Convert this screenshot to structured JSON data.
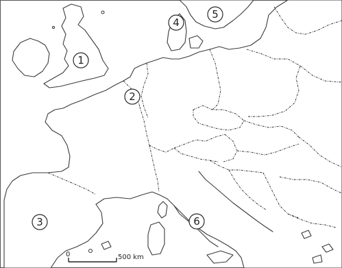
{
  "markers": [
    {
      "label": "1"
    },
    {
      "label": "2"
    },
    {
      "label": "3"
    },
    {
      "label": "4"
    },
    {
      "label": "5"
    },
    {
      "label": "6"
    }
  ],
  "scale_bar": {
    "start_label": "0",
    "end_label": "500 km"
  },
  "colors": {
    "land": "#ffffff",
    "sea": "#ffffff",
    "outline": "#3a3a3a"
  }
}
